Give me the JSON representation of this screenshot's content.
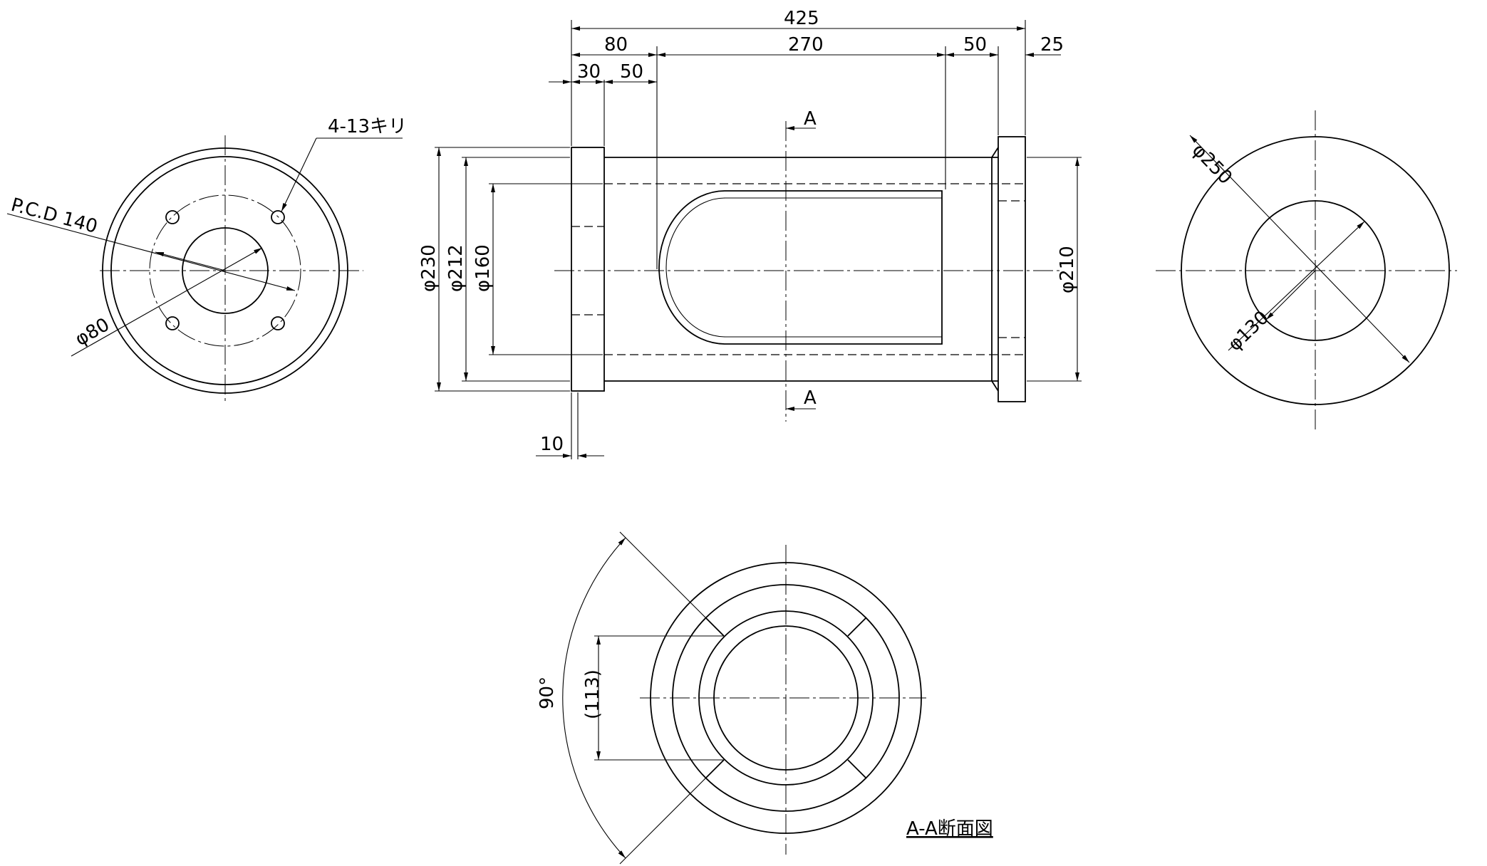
{
  "dimensions": {
    "len_total": "425",
    "len_80": "80",
    "len_270": "270",
    "len_50_right": "50",
    "len_25": "25",
    "len_30": "30",
    "len_50_left": "50",
    "len_10": "10",
    "dia_230": "φ230",
    "dia_212": "φ212",
    "dia_160": "φ160",
    "dia_210": "φ210",
    "dia_250": "φ250",
    "dia_130": "φ130",
    "dia_80": "φ80",
    "pcd": "P.C.D 140",
    "holes": "4-13キリ",
    "angle": "90°",
    "ref_113": "(113)"
  },
  "section": {
    "marker_top": "A",
    "marker_bottom": "A",
    "title": "A-A断面図"
  }
}
